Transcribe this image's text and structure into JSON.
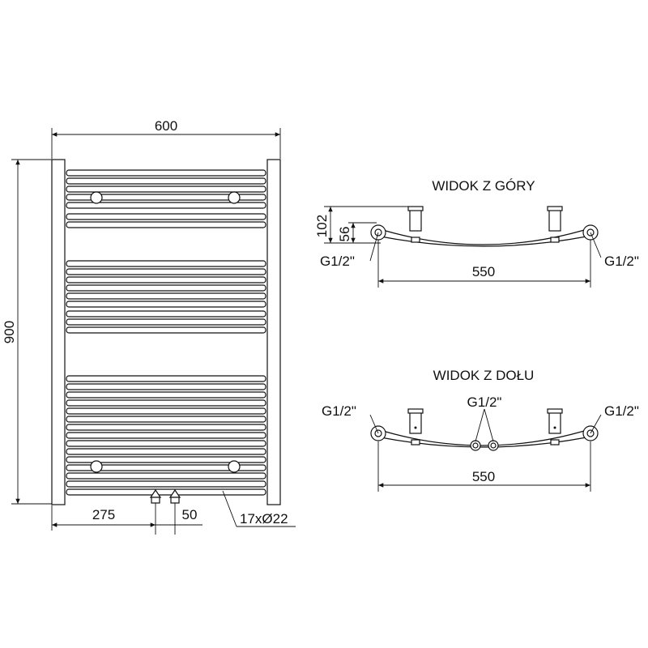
{
  "front_view": {
    "width_label": "600",
    "height_label": "900",
    "left_offset_label": "275",
    "spacing_label": "50",
    "tubes_label": "17xØ22"
  },
  "top_view": {
    "title": "WIDOK Z GÓRY",
    "depth_label": "102",
    "inner_depth_label": "56",
    "left_conn_label": "G1/2\"",
    "right_conn_label": "G1/2\"",
    "width_label": "550"
  },
  "bottom_view": {
    "title": "WIDOK Z DOŁU",
    "left_conn_label": "G1/2\"",
    "center_conn_label": "G1/2\"",
    "right_conn_label": "G1/2\"",
    "width_label": "550"
  }
}
